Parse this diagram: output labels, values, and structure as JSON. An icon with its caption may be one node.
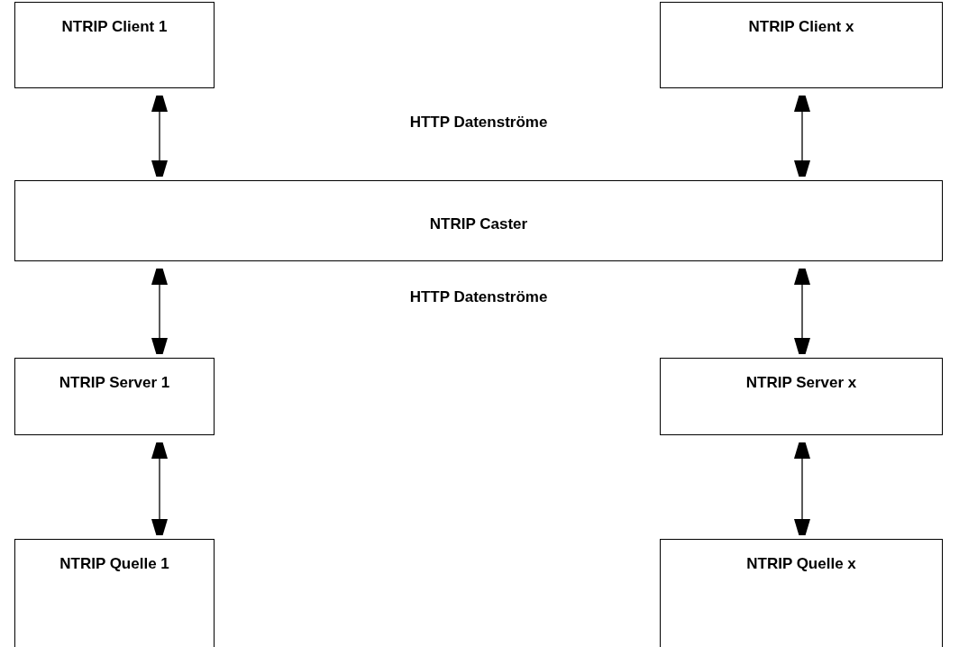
{
  "diagram": {
    "nodes": [
      {
        "text": [
          "NTRIP Client 1"
        ]
      },
      {
        "text": [
          "NTRIP Client x"
        ]
      },
      {
        "text": [
          "NTRIP Caster"
        ]
      },
      {
        "text": [
          "NTRIP Server 1"
        ]
      },
      {
        "text": [
          "NTRIP Server x"
        ]
      },
      {
        "text": [
          "NTRIP Quelle 1"
        ]
      },
      {
        "text": [
          "NTRIP Quelle x"
        ]
      }
    ],
    "edges": [
      {
        "from": 0,
        "to": 2,
        "arrow": "both"
      },
      {
        "from": 1,
        "to": 2,
        "arrow": "both"
      },
      {
        "from": 2,
        "to": 3,
        "arrow": "both"
      },
      {
        "from": 2,
        "to": 4,
        "arrow": "both"
      },
      {
        "from": 3,
        "to": 5,
        "arrow": "both"
      },
      {
        "from": 4,
        "to": 6,
        "arrow": "both"
      }
    ],
    "labels": [
      "HTTP Datenströme",
      "HTTP Datenströme"
    ]
  }
}
